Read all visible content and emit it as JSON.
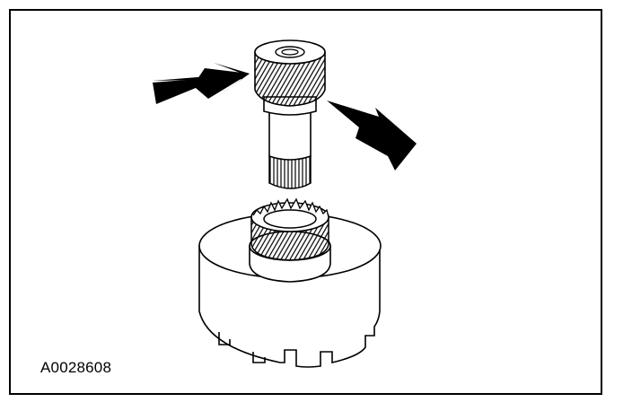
{
  "figure": {
    "id_label": "A0028608"
  },
  "colors": {
    "line": "#000000",
    "fill": "#ffffff",
    "arrow": "#000000"
  },
  "illustration": {
    "parts": [
      "pinion-gear-shaft",
      "carrier-housing",
      "direction-arrow-left",
      "direction-arrow-right"
    ]
  }
}
